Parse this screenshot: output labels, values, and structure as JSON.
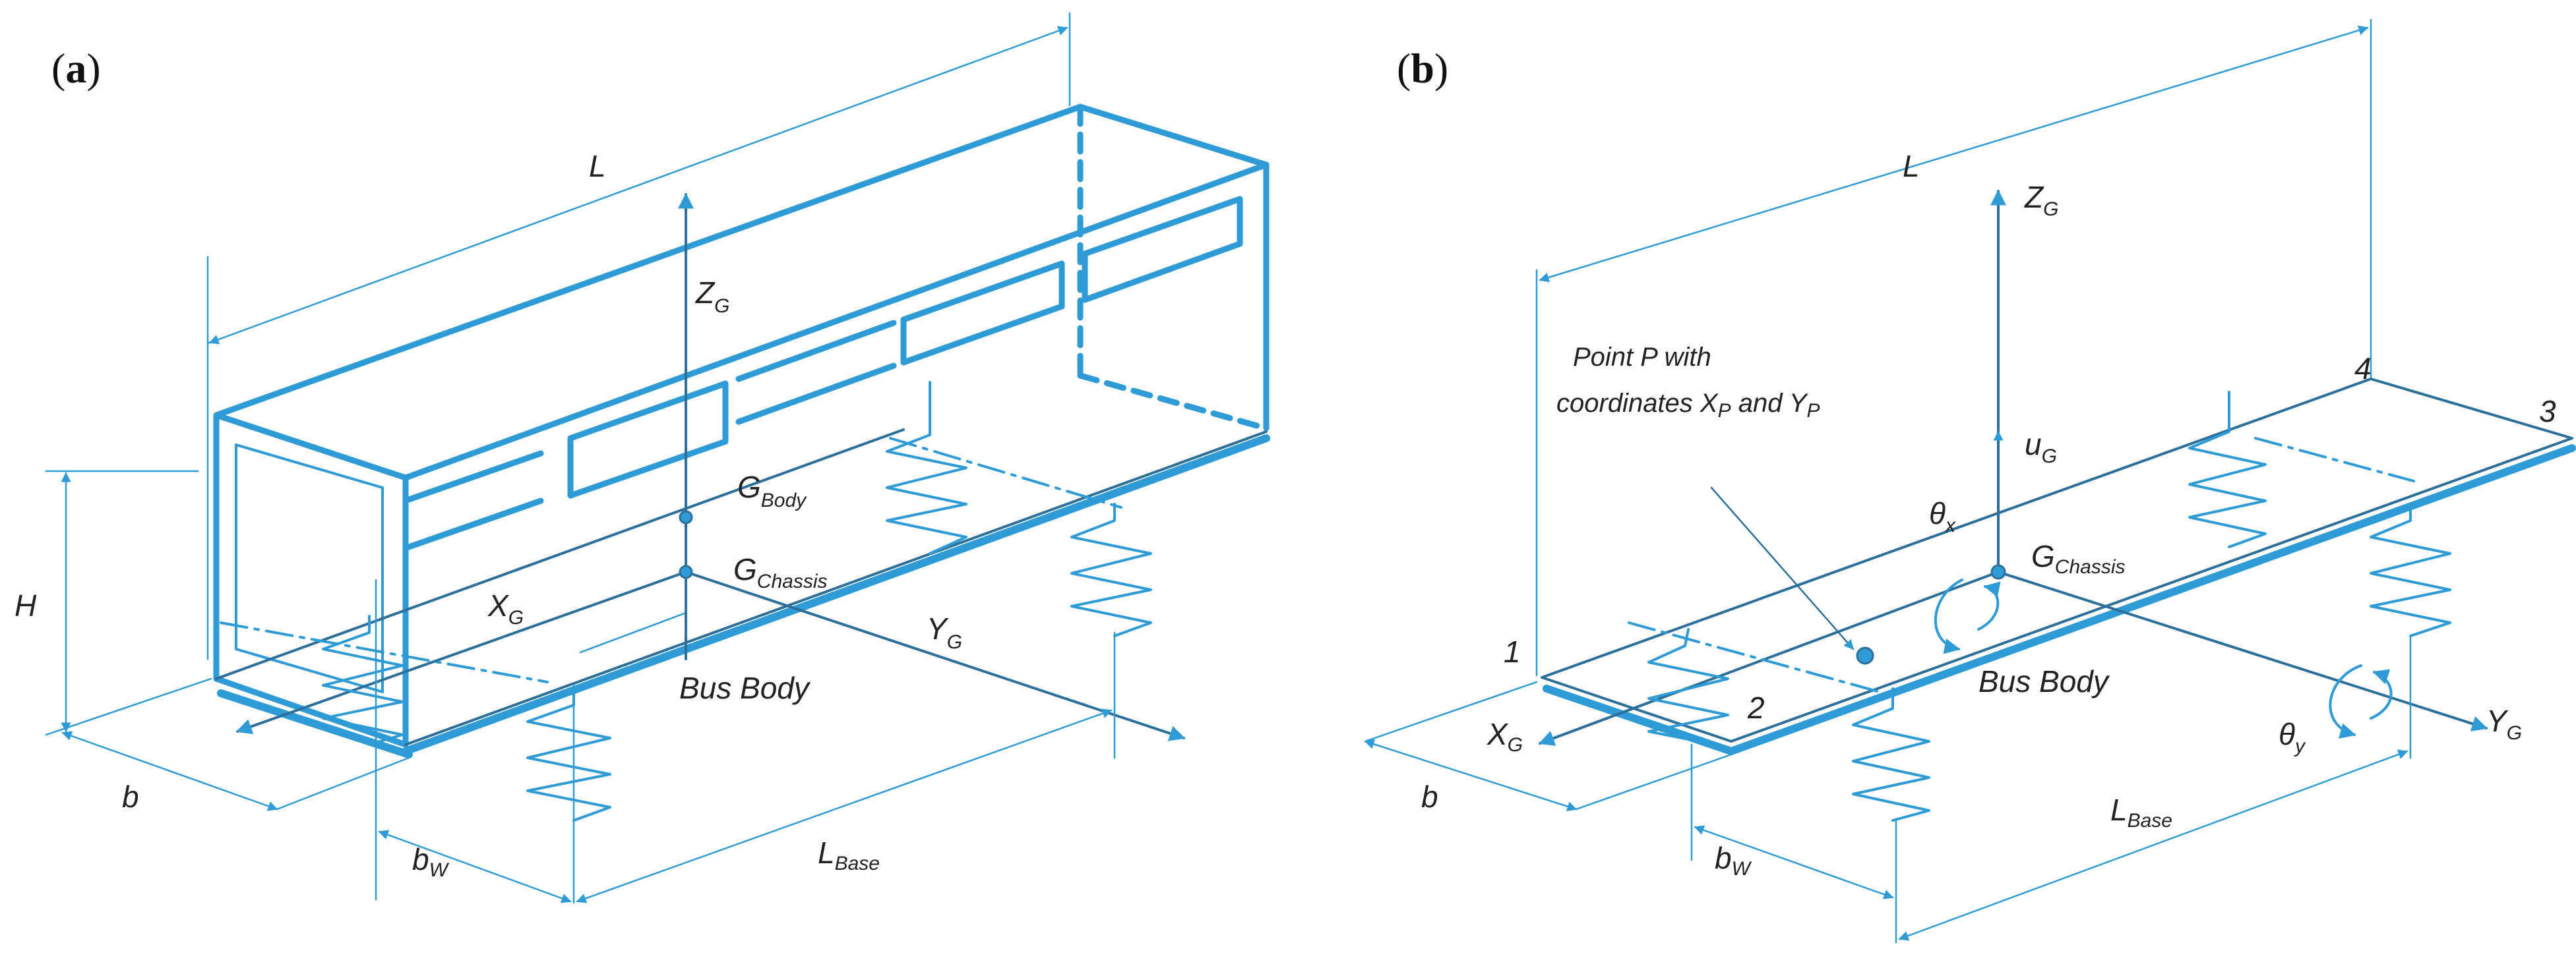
{
  "panels": {
    "a": {
      "label": "a",
      "labels": {
        "length": "L",
        "height": "H",
        "width": "b",
        "z_axis": "Z",
        "z_axis_sub": "G",
        "x_axis": "X",
        "x_axis_sub": "G",
        "y_axis": "Y",
        "y_axis_sub": "G",
        "g_body": "G",
        "g_body_sub": "Body",
        "g_chassis": "G",
        "g_chassis_sub": "Chassis",
        "bus_body": "Bus Body",
        "wheel_offset": "b",
        "wheel_offset_sub": "W",
        "wheelbase": "L",
        "wheelbase_sub": "Base"
      }
    },
    "b": {
      "label": "b",
      "labels": {
        "length": "L",
        "z_axis": "Z",
        "z_axis_sub": "G",
        "u_axis": "u",
        "u_axis_sub": "G",
        "theta_x": "θ",
        "theta_x_sub": "x",
        "theta_y": "θ",
        "theta_y_sub": "y",
        "x_axis": "X",
        "x_axis_sub": "G",
        "y_axis": "Y",
        "y_axis_sub": "G",
        "g_chassis": "G",
        "g_chassis_sub": "Chassis",
        "bus_body": "Bus Body",
        "point_line1": "Point P with",
        "point_line2_a": "coordinates X",
        "point_line2_sub1": "P",
        "point_line2_b": " and Y",
        "point_line2_sub2": "P",
        "corner_1": "1",
        "corner_2": "2",
        "corner_3": "3",
        "corner_4": "4",
        "width": "b",
        "wheel_offset": "b",
        "wheel_offset_sub": "W",
        "wheelbase": "L",
        "wheelbase_sub": "Base"
      }
    }
  },
  "colors": {
    "line": "#2f9bd6",
    "dark_line": "#2c6f9a",
    "text": "#222222"
  }
}
